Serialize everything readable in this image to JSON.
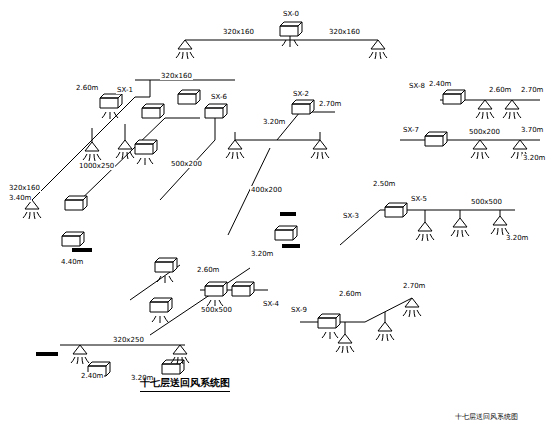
{
  "diagram": {
    "title": "十七层送回风系统图",
    "caption": "十七层送回风系统图",
    "labels": [
      "SX-0",
      "320x160",
      "320x160",
      "SX-1",
      "SX-6",
      "320x160",
      "2.60m",
      "320x160",
      "3.40m",
      "1000x250",
      "500x200",
      "SX-2",
      "2.70m",
      "3.20m",
      "400x200",
      "SX-8",
      "2.40m",
      "2.60m",
      "2.70m",
      "SX-7",
      "500x200",
      "3.70m",
      "3.20m",
      "2.50m",
      "SX-3",
      "SX-5",
      "500x500",
      "3.20m",
      "SX-4",
      "2.60m",
      "500x500",
      "320x250",
      "2.40m",
      "3.20m",
      "SX-9",
      "2.60m",
      "2.70m",
      "3.20m",
      "4.40m"
    ]
  }
}
